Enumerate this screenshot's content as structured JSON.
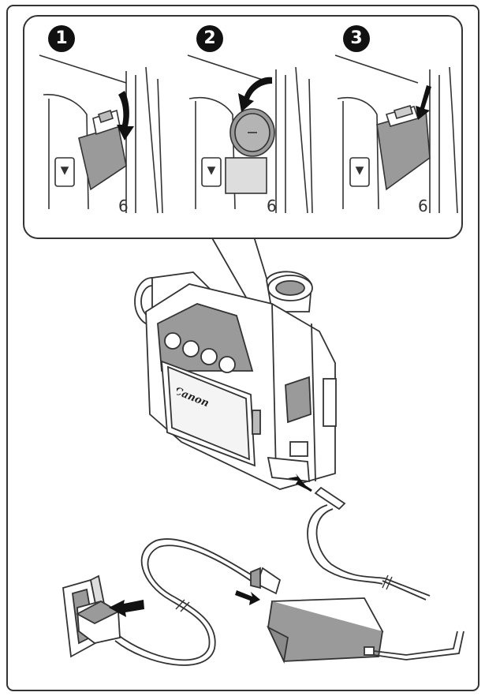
{
  "steps": [
    {
      "number": "1"
    },
    {
      "number": "2"
    },
    {
      "number": "3"
    }
  ],
  "camera": {
    "brand": "Canon"
  },
  "icons": {
    "down_arrow": "arrow-down-icon",
    "power_plug": "plug-icon",
    "arrow_in": "arrow-icon"
  }
}
